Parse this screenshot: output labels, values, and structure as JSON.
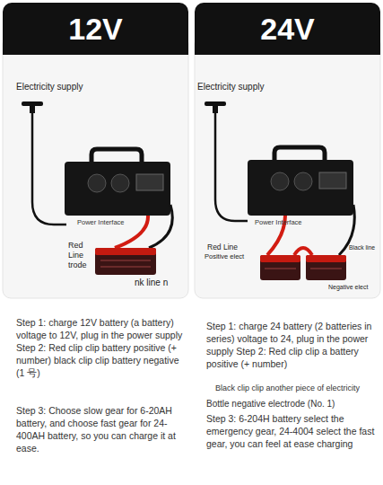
{
  "diagram": {
    "nodes": [
      {
        "text": [
          "12V"
        ]
      },
      {
        "text": [
          "24V"
        ]
      }
    ],
    "labels": [
      "Electricity supply",
      "Power Interface",
      "Red",
      "Line",
      "trode",
      "nk line n",
      "Step 1: charge 12V battery (a battery) voltage to 12V, plug in the power supply Step 2: Red clip clip battery positive (+ number) black clip clip battery negative (1 号)",
      "Step 3: Choose slow gear for 6-20AH battery, and choose fast gear for 24-400AH battery, so you can charge it at ease.",
      "Electricity supply",
      "Power Interface",
      "Red Line",
      "Positive elect",
      "Black line",
      "Negative elect",
      "Step 1: charge 24 battery (2 batteries in series) voltage to 24, plug in the power supply Step 2: Red clip clip a battery positive (+ number)",
      "Black clip clip another piece of electricity",
      "Bottle negative electrode (No. 1)",
      "Step 3: 6-204H battery select the emergency gear, 24-4004 select the fast gear, you can feel at ease charging"
    ]
  }
}
